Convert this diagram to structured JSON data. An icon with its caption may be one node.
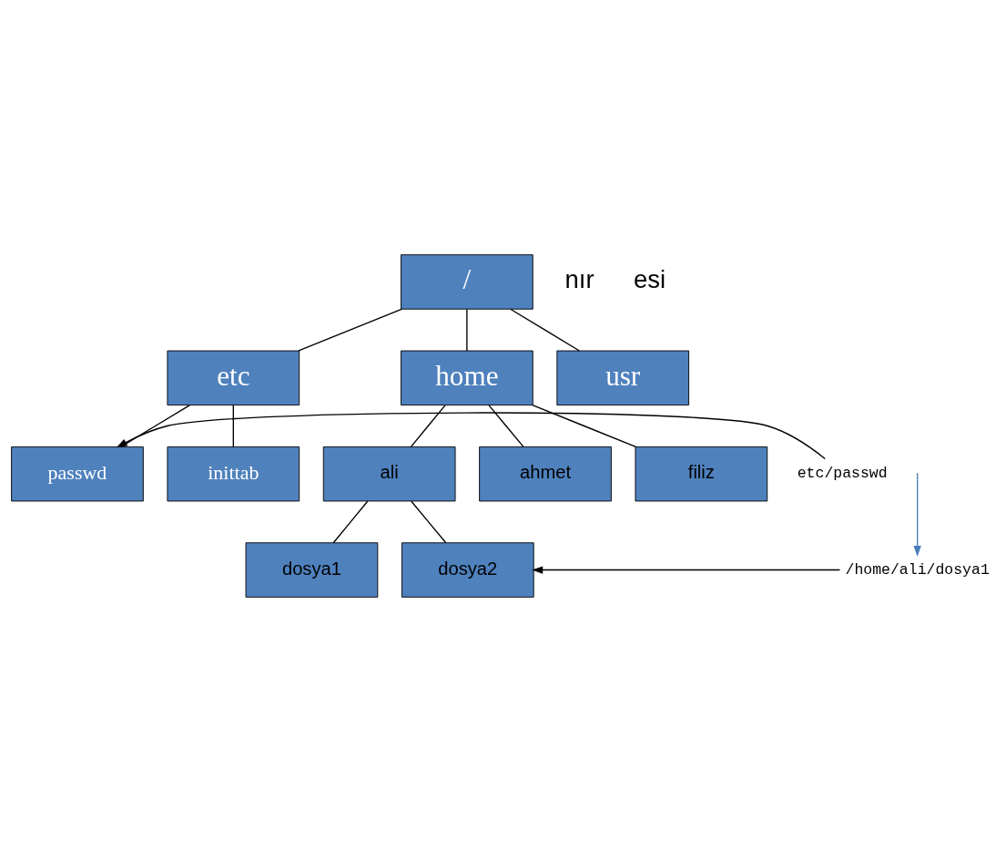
{
  "diagram": {
    "nodes": [
      {
        "text": [
          "/"
        ]
      },
      {
        "text": [
          "etc"
        ]
      },
      {
        "text": [
          "home"
        ]
      },
      {
        "text": [
          "usr"
        ]
      },
      {
        "text": [
          "passwd"
        ]
      },
      {
        "text": [
          "inittab"
        ]
      },
      {
        "text": [
          "ali"
        ]
      },
      {
        "text": [
          "ahmet"
        ]
      },
      {
        "text": [
          "filiz"
        ]
      },
      {
        "text": [
          "dosya1"
        ]
      },
      {
        "text": [
          "dosya2"
        ]
      },
      {
        "text": [
          "etc/passwd"
        ]
      },
      {
        "text": [
          "/home/ali/dosya1"
        ]
      }
    ],
    "edges": [
      {
        "from": 0,
        "to": 1,
        "arrow": "none"
      },
      {
        "from": 0,
        "to": 2,
        "arrow": "none"
      },
      {
        "from": 0,
        "to": 3,
        "arrow": "none"
      },
      {
        "from": 1,
        "to": 4,
        "arrow": "none"
      },
      {
        "from": 1,
        "to": 5,
        "arrow": "none"
      },
      {
        "from": 2,
        "to": 6,
        "arrow": "none"
      },
      {
        "from": 2,
        "to": 7,
        "arrow": "none"
      },
      {
        "from": 2,
        "to": 8,
        "arrow": "none"
      },
      {
        "from": 6,
        "to": 9,
        "arrow": "none"
      },
      {
        "from": 6,
        "to": 10,
        "arrow": "none"
      },
      {
        "from": 11,
        "to": 4,
        "arrow": "to"
      },
      {
        "from": 12,
        "to": 10,
        "arrow": "to"
      },
      {
        "from": null,
        "to": 12,
        "arrow": "to",
        "color": "#4a7ebb"
      }
    ],
    "labels": [
      "nır",
      "esi"
    ]
  }
}
